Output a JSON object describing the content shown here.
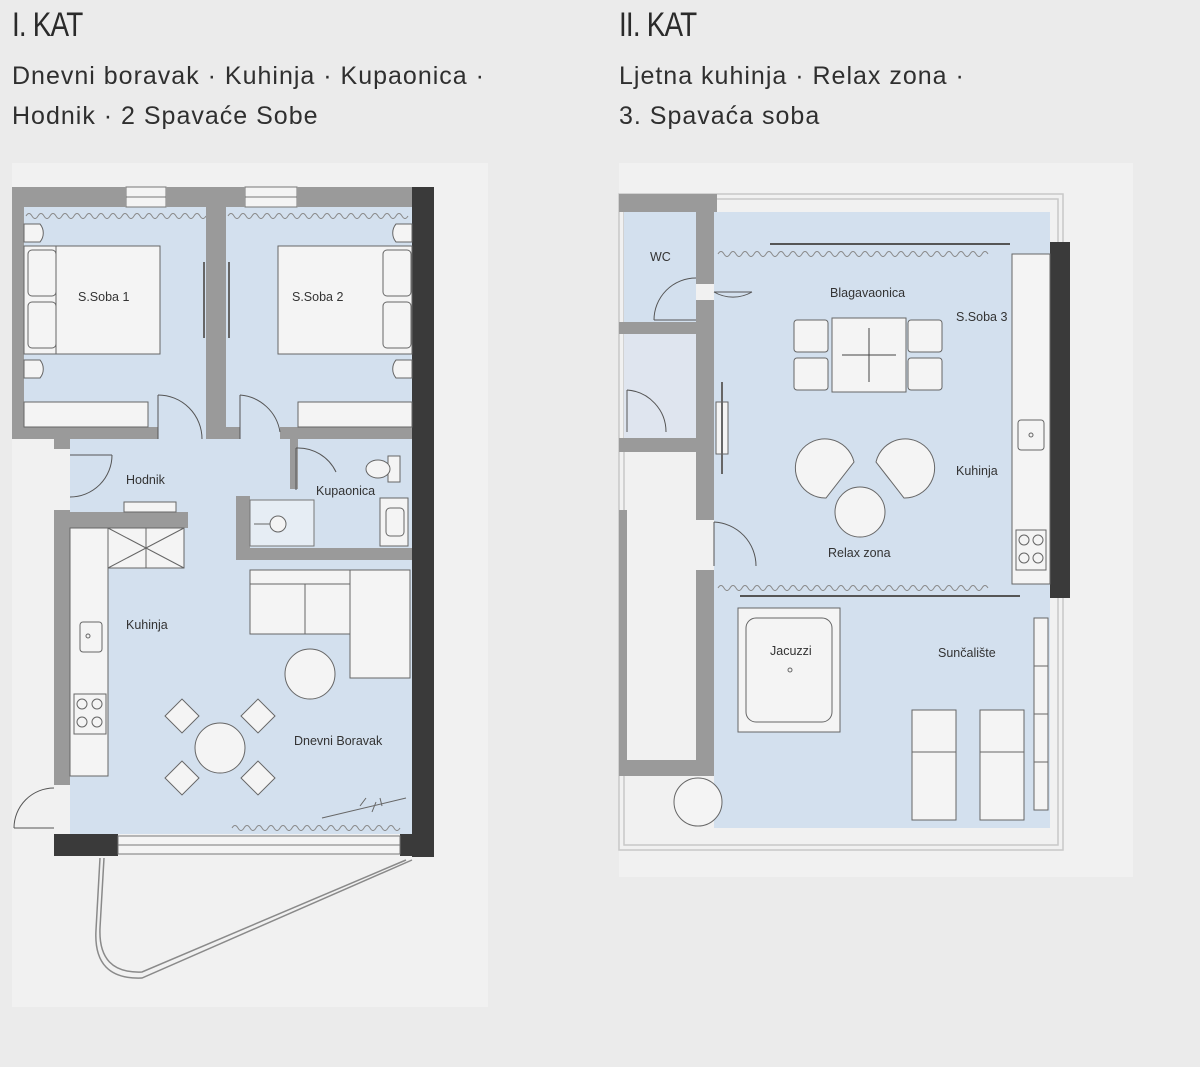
{
  "floors": [
    {
      "title": "I. KAT",
      "desc_line1": "Dnevni boravak · Kuhinja · Kupaonica ·",
      "desc_line2": "Hodnik · 2 Spavaće Sobe",
      "rooms": {
        "bedroom1": "S.Soba 1",
        "bedroom2": "S.Soba 2",
        "hallway": "Hodnik",
        "bathroom": "Kupaonica",
        "kitchen": "Kuhinja",
        "living": "Dnevni Boravak"
      }
    },
    {
      "title": "II. KAT",
      "desc_line1": "Ljetna kuhinja · Relax zona ·",
      "desc_line2": "3. Spavaća soba",
      "rooms": {
        "wc": "WC",
        "dining": "Blagavaonica",
        "bedroom3": "S.Soba 3",
        "kitchen": "Kuhinja",
        "relax": "Relax zona",
        "jacuzzi": "Jacuzzi",
        "sundeck": "Sunčalište"
      }
    }
  ],
  "colors": {
    "background": "#ebebeb",
    "panel": "#f1f1f1",
    "floor_fill": "#d3e0ee",
    "wall": "#9a9a9a",
    "exterior_wall": "#3a3a3a"
  }
}
